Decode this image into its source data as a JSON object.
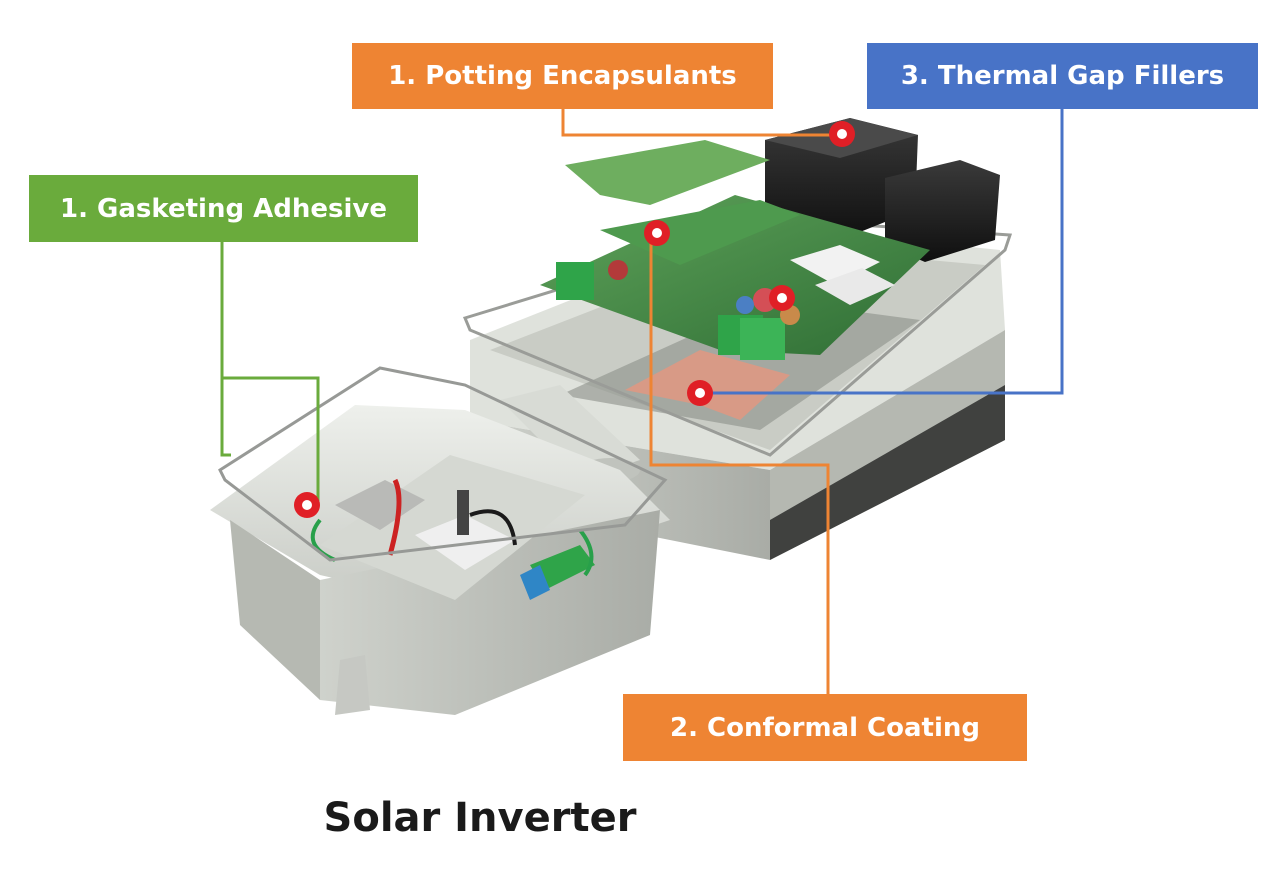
{
  "colors": {
    "orange": "#ee8433",
    "blue": "#4873c7",
    "green": "#6aab3c",
    "marker_red": "#e01f26"
  },
  "callouts": {
    "potting": "1. Potting Encapsulants",
    "thermal": "3. Thermal Gap Fillers",
    "gasket": "1. Gasketing Adhesive",
    "conformal": "2. Conformal Coating"
  },
  "caption": "Solar Inverter"
}
